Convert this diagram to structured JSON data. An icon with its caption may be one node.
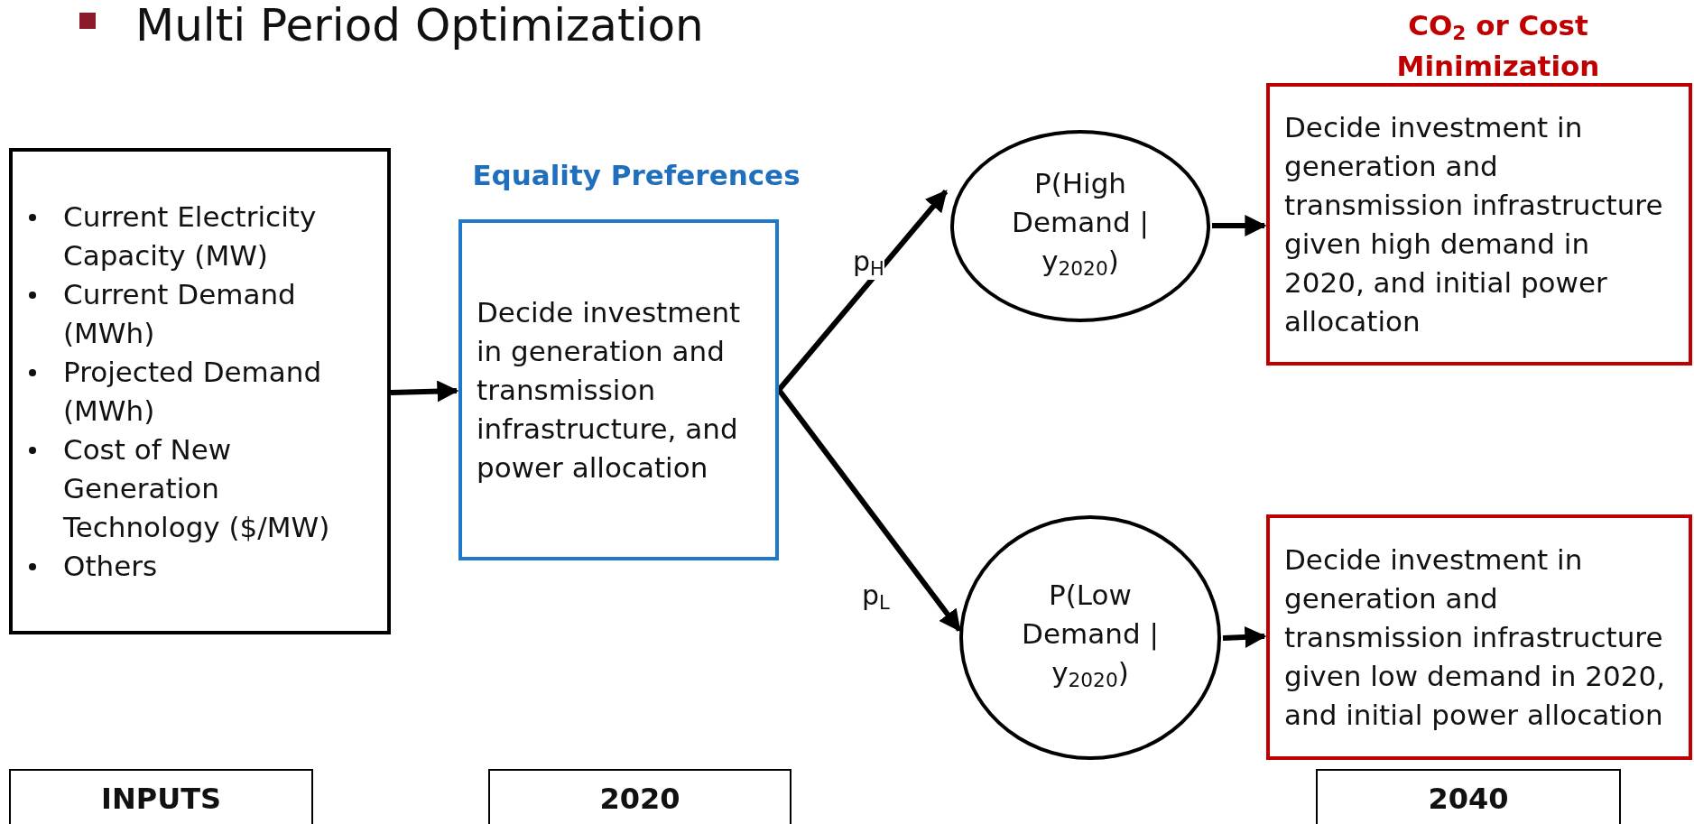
{
  "diagram": {
    "title": "Multi Period Optimization",
    "nodes": [
      {
        "text": [
          "Current Electricity Capacity (MW)",
          "Current Demand (MWh)",
          "Projected Demand (MWh)",
          "Cost of New Generation Technology ($/MW)",
          "Others"
        ]
      },
      {
        "text": [
          "Equality Preferences",
          "Decide investment in generation and transmission infrastructure, and power allocation"
        ]
      },
      {
        "text": [
          "P(High Demand | y$_{2020}$)"
        ]
      },
      {
        "text": [
          "CO$_{2}$ or Cost Minimization",
          "Decide investment in generation and transmission infrastructure given high demand in 2020, and initial power allocation"
        ]
      },
      {
        "text": [
          "P(Low Demand | y$_{2020}$)"
        ]
      },
      {
        "text": [
          "Decide investment in generation and transmission infrastructure given low demand in 2020, and initial power allocation"
        ]
      },
      {
        "text": [
          "INPUTS"
        ]
      },
      {
        "text": [
          "2020"
        ]
      },
      {
        "text": [
          "2040"
        ]
      }
    ],
    "edges": [
      {
        "from": 0,
        "to": 1,
        "arrow": "to"
      },
      {
        "from": 1,
        "to": 2,
        "arrow": "to",
        "label": "p$_{H}$"
      },
      {
        "from": 1,
        "to": 4,
        "arrow": "to",
        "label": "p$_{L}$"
      },
      {
        "from": 2,
        "to": 3,
        "arrow": "to"
      },
      {
        "from": 4,
        "to": 5,
        "arrow": "to"
      }
    ]
  }
}
